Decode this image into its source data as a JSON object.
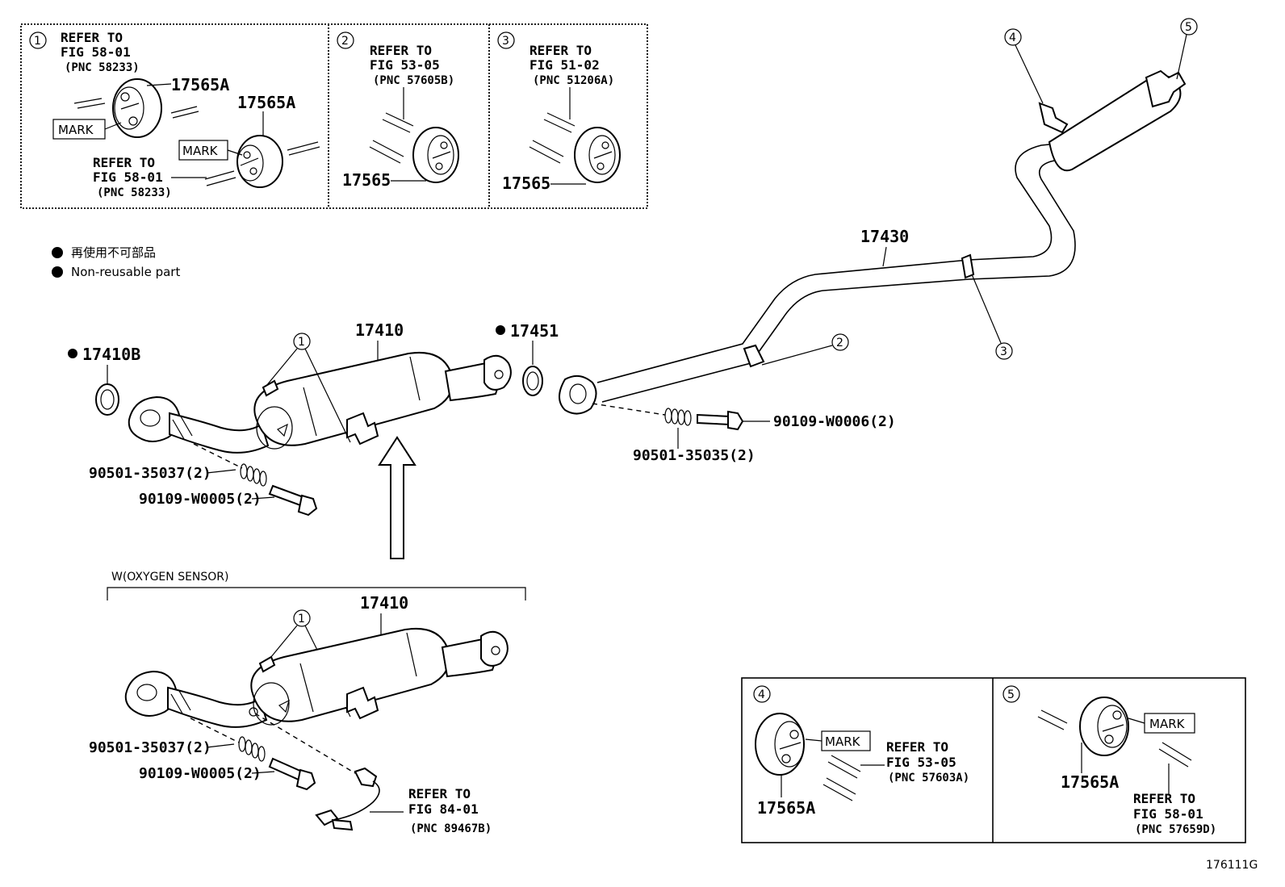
{
  "legend": {
    "jp": "再使用不可部品",
    "en": "Non-reusable part"
  },
  "figure_id": "176111G",
  "top_insets": [
    {
      "num": "1",
      "refs": [
        {
          "l1": "REFER TO",
          "l2": "FIG 58-01",
          "pnc": "(PNC 58233)"
        },
        {
          "l1": "REFER TO",
          "l2": "FIG 58-01",
          "pnc": "(PNC 58233)"
        }
      ],
      "parts": [
        "17565A",
        "17565A"
      ],
      "marks": [
        "MARK",
        "MARK"
      ]
    },
    {
      "num": "2",
      "refs": [
        {
          "l1": "REFER TO",
          "l2": "FIG 53-05",
          "pnc": "(PNC 57605B)"
        }
      ],
      "parts": [
        "17565"
      ]
    },
    {
      "num": "3",
      "refs": [
        {
          "l1": "REFER TO",
          "l2": "FIG 51-02",
          "pnc": "(PNC 51206A)"
        }
      ],
      "parts": [
        "17565"
      ]
    }
  ],
  "bottom_insets": [
    {
      "num": "4",
      "mark": "MARK",
      "part": "17565A",
      "ref": {
        "l1": "REFER TO",
        "l2": "FIG 53-05",
        "pnc": "(PNC 57603A)"
      }
    },
    {
      "num": "5",
      "mark": "MARK",
      "part": "17565A",
      "ref": {
        "l1": "REFER TO",
        "l2": "FIG 58-01",
        "pnc": "(PNC 57659D)"
      }
    }
  ],
  "main": {
    "gasket_front": "17410B",
    "converter": "17410",
    "gasket_mid": "17451",
    "tail_pipe": "17430",
    "spring_front": "90501-35037(2)",
    "bolt_front": "90109-W0005(2)",
    "spring_rear": "90501-35035(2)",
    "bolt_rear": "90109-W0006(2)",
    "callouts": [
      "1",
      "2",
      "3",
      "4",
      "5"
    ]
  },
  "variant": {
    "label": "W(OXYGEN SENSOR)",
    "converter": "17410",
    "spring": "90501-35037(2)",
    "bolt": "90109-W0005(2)",
    "callout": "1",
    "ref": {
      "l1": "REFER TO",
      "l2": "FIG 84-01",
      "pnc": "(PNC 89467B)"
    }
  }
}
